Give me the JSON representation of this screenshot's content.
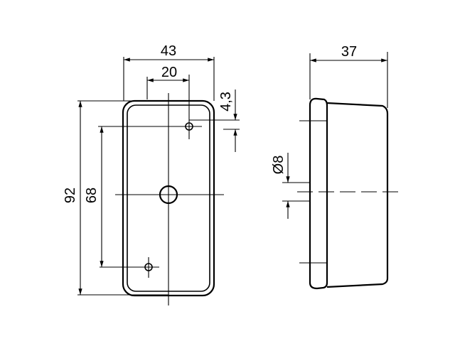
{
  "drawing": {
    "front_view": {
      "width_label": "43",
      "hole_spacing_label": "20",
      "offset_label": "4,3",
      "height_label": "92",
      "hole_vertical_spacing_label": "68"
    },
    "side_view": {
      "depth_label": "37",
      "diameter_label": "Ø8"
    },
    "line_color": "#000000",
    "background_color": "#ffffff"
  }
}
